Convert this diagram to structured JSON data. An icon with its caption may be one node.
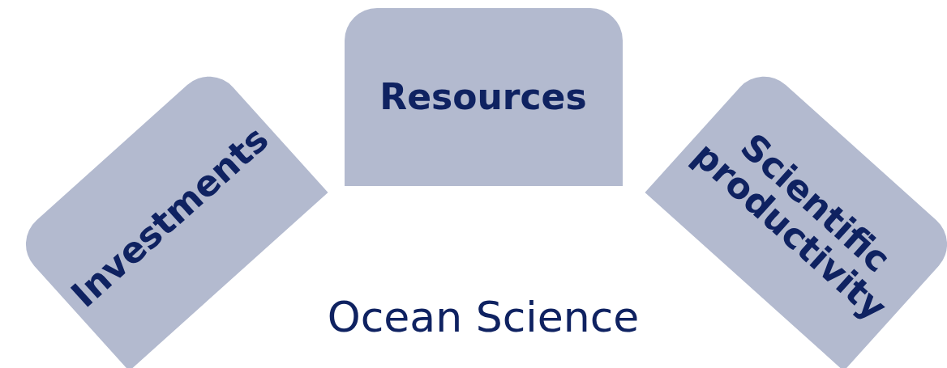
{
  "diagram": {
    "nodes": [
      {
        "text": [
          "Investments"
        ]
      },
      {
        "text": [
          "Resources"
        ]
      },
      {
        "text": [
          "Scientific productivity"
        ]
      }
    ],
    "labels": [
      "Ocean Science"
    ]
  }
}
